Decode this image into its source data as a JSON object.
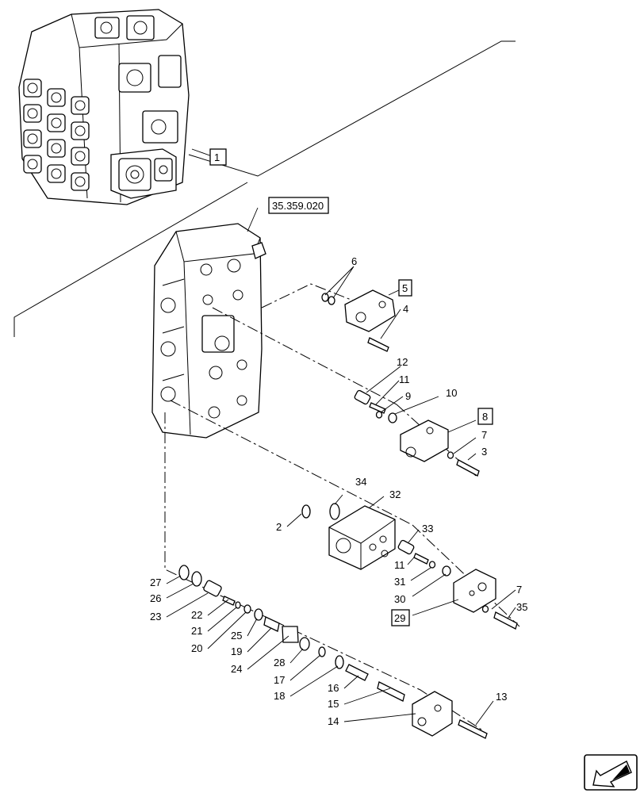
{
  "diagram": {
    "callouts": [
      {
        "id": "c1",
        "text": "1",
        "boxed": true
      },
      {
        "id": "c2",
        "text": "2",
        "boxed": false
      },
      {
        "id": "c3",
        "text": "3",
        "boxed": false
      },
      {
        "id": "c4",
        "text": "4",
        "boxed": false
      },
      {
        "id": "c5",
        "text": "5",
        "boxed": true
      },
      {
        "id": "c6",
        "text": "6",
        "boxed": false
      },
      {
        "id": "c7a",
        "text": "7",
        "boxed": false
      },
      {
        "id": "c7b",
        "text": "7",
        "boxed": false
      },
      {
        "id": "c8",
        "text": "8",
        "boxed": true
      },
      {
        "id": "c9",
        "text": "9",
        "boxed": false
      },
      {
        "id": "c10",
        "text": "10",
        "boxed": false
      },
      {
        "id": "c11a",
        "text": "11",
        "boxed": false
      },
      {
        "id": "c11b",
        "text": "11",
        "boxed": false
      },
      {
        "id": "c12",
        "text": "12",
        "boxed": false
      },
      {
        "id": "c13",
        "text": "13",
        "boxed": false
      },
      {
        "id": "c14",
        "text": "14",
        "boxed": false
      },
      {
        "id": "c15",
        "text": "15",
        "boxed": false
      },
      {
        "id": "c16",
        "text": "16",
        "boxed": false
      },
      {
        "id": "c17",
        "text": "17",
        "boxed": false
      },
      {
        "id": "c18",
        "text": "18",
        "boxed": false
      },
      {
        "id": "c19",
        "text": "19",
        "boxed": false
      },
      {
        "id": "c20",
        "text": "20",
        "boxed": false
      },
      {
        "id": "c21",
        "text": "21",
        "boxed": false
      },
      {
        "id": "c22",
        "text": "22",
        "boxed": false
      },
      {
        "id": "c23",
        "text": "23",
        "boxed": false
      },
      {
        "id": "c24",
        "text": "24",
        "boxed": false
      },
      {
        "id": "c25",
        "text": "25",
        "boxed": false
      },
      {
        "id": "c26",
        "text": "26",
        "boxed": false
      },
      {
        "id": "c27",
        "text": "27",
        "boxed": false
      },
      {
        "id": "c28",
        "text": "28",
        "boxed": false
      },
      {
        "id": "c29",
        "text": "29",
        "boxed": true
      },
      {
        "id": "c30",
        "text": "30",
        "boxed": false
      },
      {
        "id": "c31",
        "text": "31",
        "boxed": false
      },
      {
        "id": "c32",
        "text": "32",
        "boxed": false
      },
      {
        "id": "c33",
        "text": "33",
        "boxed": false
      },
      {
        "id": "c34",
        "text": "34",
        "boxed": false
      },
      {
        "id": "c35",
        "text": "35",
        "boxed": false
      }
    ],
    "reference_box": "35.359.020",
    "nav_icon": "arrow-down-left-icon"
  }
}
